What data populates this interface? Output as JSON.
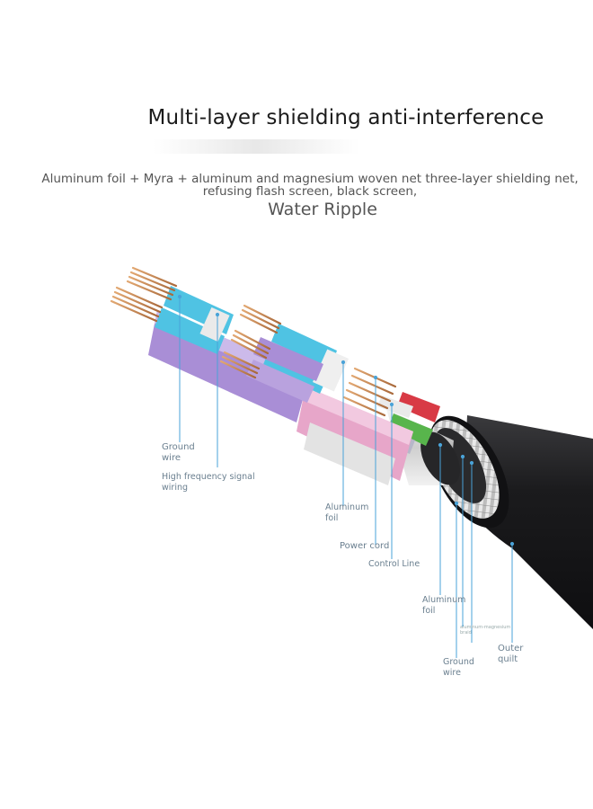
{
  "header": {
    "title": "Multi-layer shielding anti-interference",
    "subtitle": "Aluminum foil + Myra + aluminum and magnesium woven net three-layer shielding net, refusing flash screen, black screen,",
    "subtitle2": "Water Ripple"
  },
  "labels": {
    "ground_wire_left": "Ground wire",
    "high_freq": "High frequency signal wiring",
    "aluminum_foil_1": "Aluminum foil",
    "power_cord": "Power cord",
    "control_line": "Control Line",
    "aluminum_foil_2": "Aluminum foil",
    "al_mg_braid": "aluminum-magnesium braid",
    "outer_quilt": "Outer quilt",
    "ground_wire_right": "Ground wire"
  },
  "colors": {
    "copper": "#c98a52",
    "cyan_insulation": "#4fc3e3",
    "purple_insulation": "#a98ed6",
    "pink_insulation": "#e7a6c9",
    "green_insulation": "#58b54c",
    "red_insulation": "#d83a45",
    "outer_jacket": "#1c1c1e",
    "leader_line": "#4aa3d8"
  }
}
